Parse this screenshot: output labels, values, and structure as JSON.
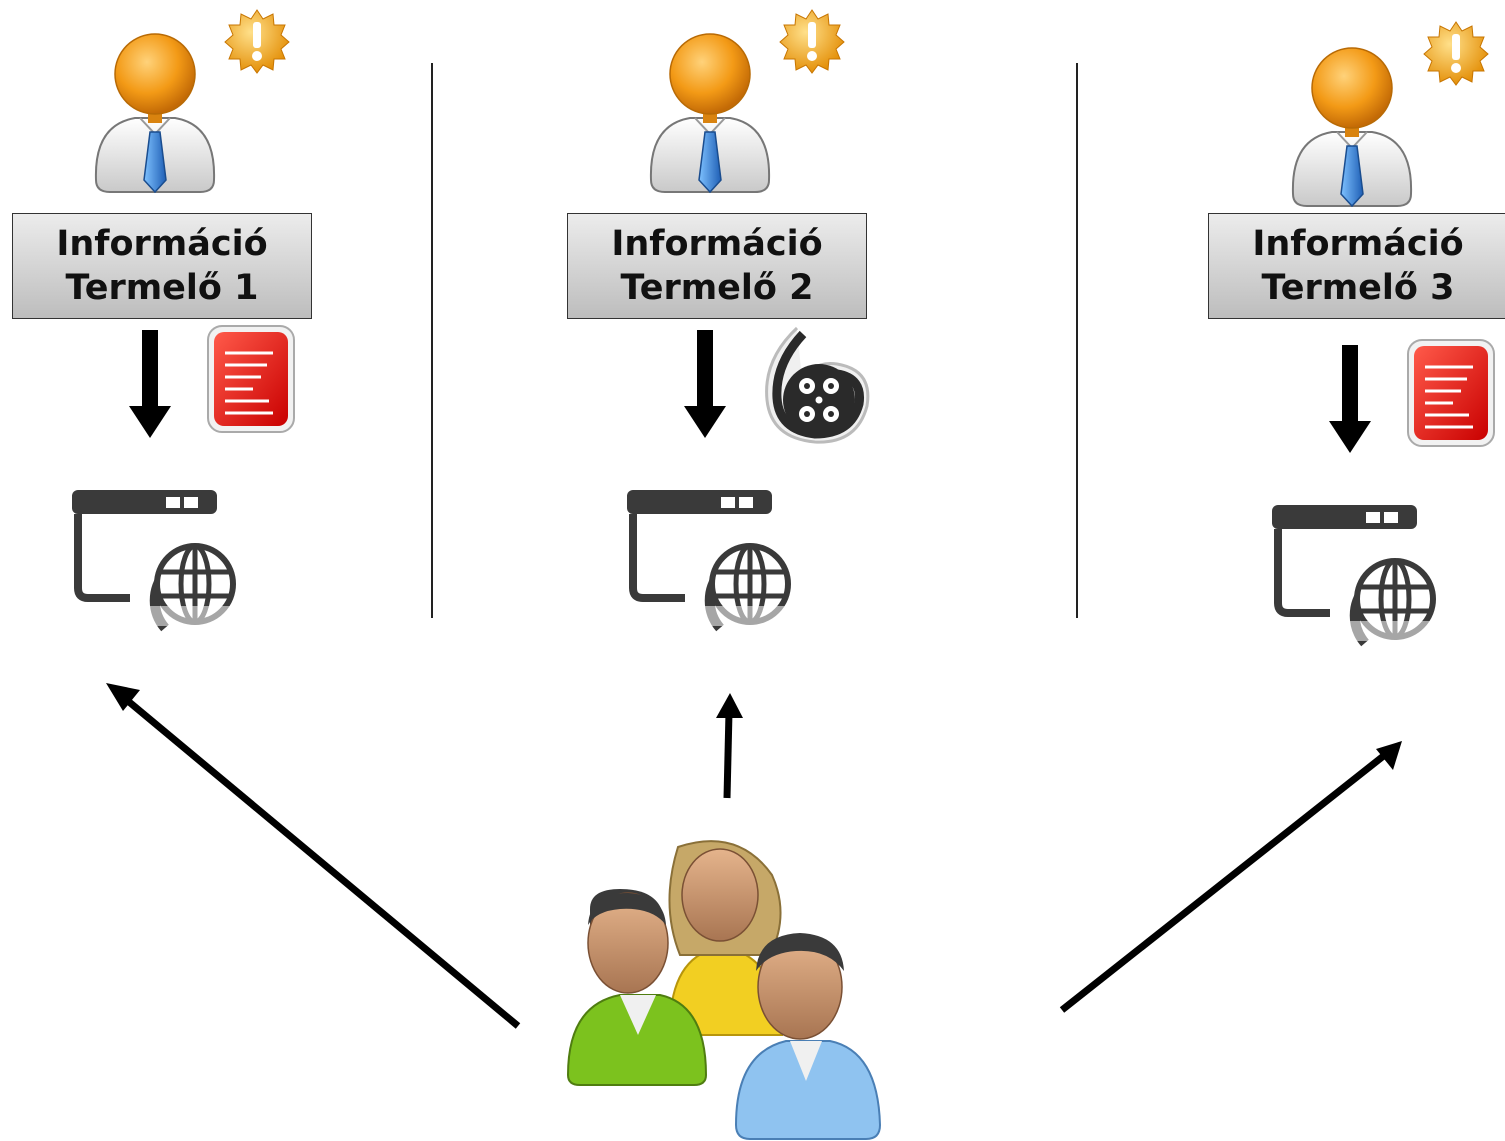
{
  "producers": [
    {
      "line1": "Információ",
      "line2": "Termelő 1",
      "content": "document-icon"
    },
    {
      "line1": "Információ",
      "line2": "Termelő 2",
      "content": "film-reel-icon"
    },
    {
      "line1": "Információ",
      "line2": "Termelő 3",
      "content": "document-icon"
    }
  ],
  "colors": {
    "document": "#e01414",
    "person_head": "#f39a16",
    "tie": "#2a7fd8",
    "alert": "#f5a623"
  }
}
